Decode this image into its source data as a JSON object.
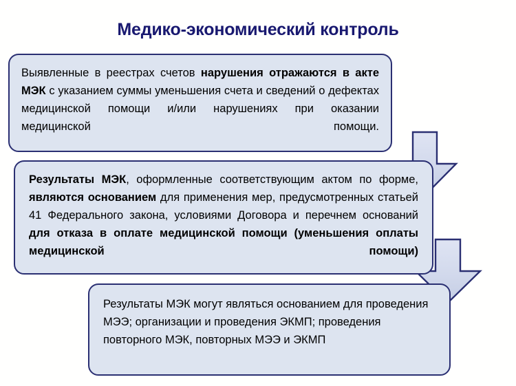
{
  "slide": {
    "title": "Медико-экономический контроль",
    "title_color": "#191970",
    "background_color": "#fffffe"
  },
  "theme": {
    "box_fill": "#dde4f0",
    "box_border": "#2a2f72",
    "arrow_outline": "#2a2f72",
    "arrow_fill_top": "#d9dff0",
    "arrow_fill_bottom": "#c9d2e8",
    "text_color": "#000000"
  },
  "boxes": [
    {
      "id": "box-1",
      "segments": [
        {
          "text": "Выявленные в реестрах счетов ",
          "bold": false
        },
        {
          "text": "нарушения отражаются в акте МЭК",
          "bold": true
        },
        {
          "text": "  с указанием суммы уменьшения счета и сведений о дефектах медицинской помощи и/или нарушениях при оказании медицинской помощи.",
          "bold": false
        }
      ],
      "plain_text": "Выявленные в реестрах счетов нарушения отражаются в акте МЭК с указанием суммы уменьшения счета и сведений о дефектах медицинской помощи и/или нарушениях при оказании медицинской помощи."
    },
    {
      "id": "box-2",
      "segments": [
        {
          "text": "Результаты МЭК",
          "bold": true
        },
        {
          "text": ", оформленные соответствующим актом по форме, ",
          "bold": false
        },
        {
          "text": "являются основанием",
          "bold": true
        },
        {
          "text": " для применения мер, предусмотренных статьей 41 Федерального закона, условиями Договора и перечнем оснований ",
          "bold": false
        },
        {
          "text": "для отказа в оплате медицинской помощи (уменьшения оплаты медицинской помощи)",
          "bold": true
        }
      ],
      "plain_text": "Результаты МЭК, оформленные соответствующим актом по форме, являются основанием для применения мер, предусмотренных статьей 41 Федерального закона, условиями Договора и перечнем оснований для отказа в оплате медицинской помощи (уменьшения оплаты медицинской помощи)"
    },
    {
      "id": "box-3",
      "segments": [
        {
          "text": "Результаты МЭК могут являться основанием для проведения МЭЭ; организации и проведения ЭКМП; проведения повторного МЭК, повторных МЭЭ и ЭКМП",
          "bold": false
        }
      ],
      "plain_text": "Результаты МЭК могут являться основанием для проведения МЭЭ; организации и проведения ЭКМП; проведения повторного МЭК, повторных МЭЭ и ЭКМП"
    }
  ],
  "arrows": [
    {
      "id": "arrow-1",
      "icon": "arrow-down-icon",
      "direction": "down",
      "from": "box-1",
      "to": "box-2"
    },
    {
      "id": "arrow-2",
      "icon": "arrow-down-icon",
      "direction": "down",
      "from": "box-2",
      "to": "box-3"
    }
  ]
}
